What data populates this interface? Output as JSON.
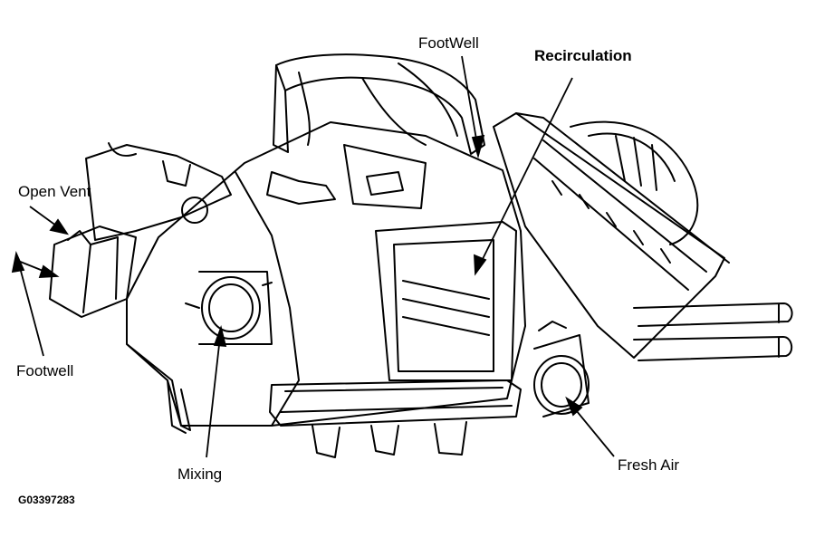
{
  "labels": {
    "footwell_top": "FootWell",
    "recirculation": "Recirculation",
    "open_vent": "Open Vent",
    "footwell_left": "Footwell",
    "mixing": "Mixing",
    "fresh_air": "Fresh Air"
  },
  "figure_code": "G03397283",
  "colors": {
    "ink": "#000000",
    "paper": "#ffffff"
  }
}
